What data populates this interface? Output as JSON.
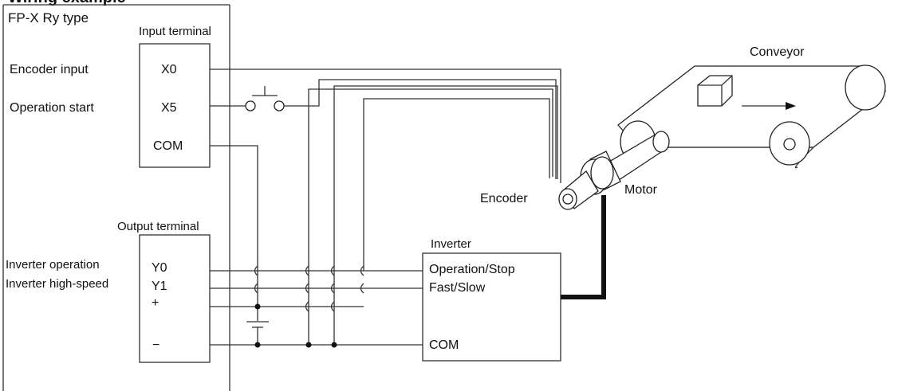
{
  "header": {
    "cut_text": "Wiring example"
  },
  "plc": {
    "title": "FP-X Ry type",
    "input_terminal": {
      "label": "Input terminal",
      "rows": [
        {
          "signal": "Encoder input",
          "terminal": "X0"
        },
        {
          "signal": "Operation start",
          "terminal": "X5"
        },
        {
          "signal": "",
          "terminal": "COM"
        }
      ]
    },
    "output_terminal": {
      "label": "Output terminal",
      "rows": [
        {
          "signal": "Inverter operation",
          "terminal": "Y0"
        },
        {
          "signal": "Inverter high-speed",
          "terminal": "Y1"
        },
        {
          "signal": "",
          "terminal": "+"
        },
        {
          "signal": "",
          "terminal": "−"
        }
      ]
    }
  },
  "inverter": {
    "label": "Inverter",
    "terminals": [
      "Operation/Stop",
      "Fast/Slow",
      "COM"
    ]
  },
  "devices": {
    "encoder": "Encoder",
    "motor": "Motor",
    "conveyor": "Conveyor"
  },
  "colors": {
    "line": "#333333",
    "power_cable": "#111111",
    "background": "#ffffff"
  }
}
